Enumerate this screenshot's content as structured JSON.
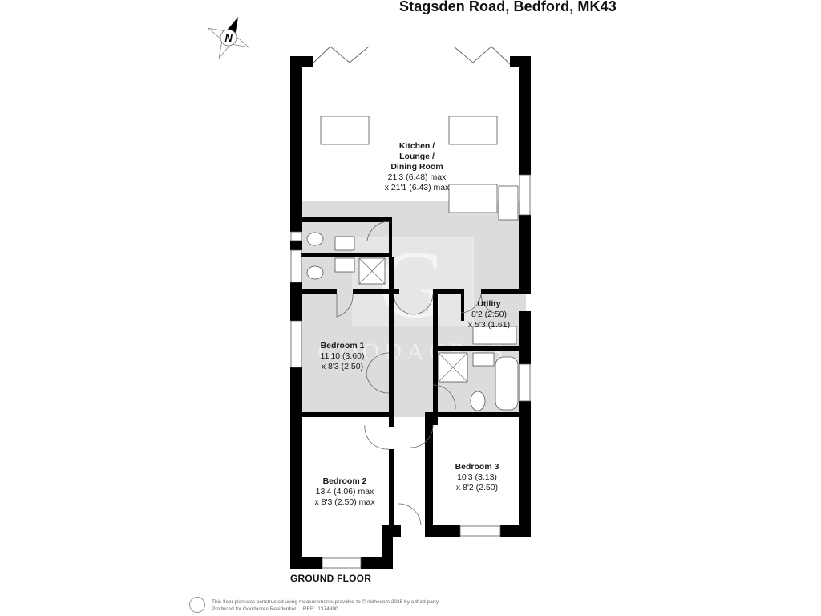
{
  "header": {
    "title": "Stagsden Road, Bedford, MK43"
  },
  "compass": {
    "icon": "north-compass-icon",
    "label": "N"
  },
  "watermark": {
    "letter": "G",
    "text": "GOODACRES",
    "color": "#d9d9d9"
  },
  "rooms": [
    {
      "id": "kitchen",
      "name_lines": [
        "Kitchen /",
        "Lounge /",
        "Dining Room"
      ],
      "dim1": "21'3 (6.48) max",
      "dim2": "x 21'1 (6.43) max"
    },
    {
      "id": "utility",
      "name_lines": [
        "Utility"
      ],
      "dim1": "8'2 (2.50)",
      "dim2": "x 5'3 (1.61)"
    },
    {
      "id": "bedroom1",
      "name_lines": [
        "Bedroom 1"
      ],
      "dim1": "11'10 (3.60)",
      "dim2": "x 8'3 (2.50)"
    },
    {
      "id": "bedroom2",
      "name_lines": [
        "Bedroom 2"
      ],
      "dim1": "13'4 (4.06) max",
      "dim2": "x 8'3 (2.50) max"
    },
    {
      "id": "bedroom3",
      "name_lines": [
        "Bedroom 3"
      ],
      "dim1": "10'3 (3.13)",
      "dim2": "x 8'2 (2.50)"
    }
  ],
  "floor_label": "GROUND FLOOR",
  "footer": {
    "line1": "This floor plan was constructed using measurements provided to © nichecom 2025 by a third party.",
    "line2_prefix": "Produced for Goodacres Residential.",
    "ref_label": "REF:",
    "ref_value": "1374880"
  },
  "colors": {
    "wall": "#000000",
    "fixture_line": "#555555",
    "watermark_bg": "#dcdcdc"
  }
}
